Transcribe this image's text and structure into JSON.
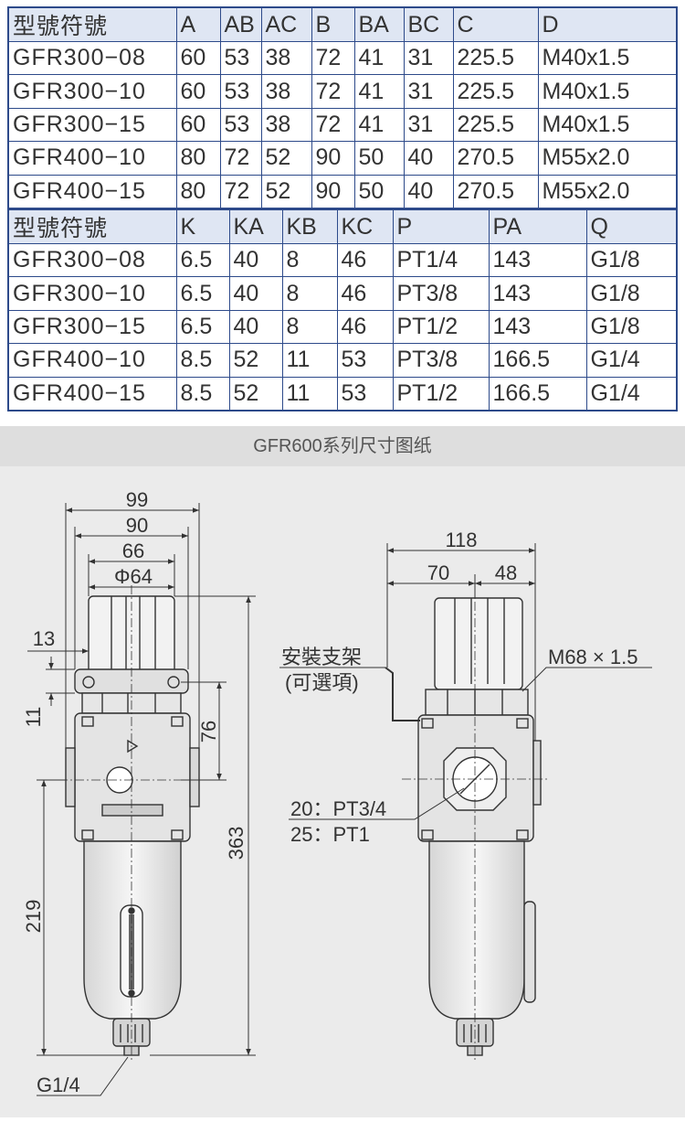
{
  "table1": {
    "headers": [
      "型號符號",
      "A",
      "AB",
      "AC",
      "B",
      "BA",
      "BC",
      "C",
      "D"
    ],
    "rows": [
      [
        "GFR300−08",
        "60",
        "53",
        "38",
        "72",
        "41",
        "31",
        "225.5",
        "M40x1.5"
      ],
      [
        "GFR300−10",
        "60",
        "53",
        "38",
        "72",
        "41",
        "31",
        "225.5",
        "M40x1.5"
      ],
      [
        "GFR300−15",
        "60",
        "53",
        "38",
        "72",
        "41",
        "31",
        "225.5",
        "M40x1.5"
      ],
      [
        "GFR400−10",
        "80",
        "72",
        "52",
        "90",
        "50",
        "40",
        "270.5",
        "M55x2.0"
      ],
      [
        "GFR400−15",
        "80",
        "72",
        "52",
        "90",
        "50",
        "40",
        "270.5",
        "M55x2.0"
      ]
    ]
  },
  "table2": {
    "headers": [
      "型號符號",
      "K",
      "KA",
      "KB",
      "KC",
      "P",
      "PA",
      "Q"
    ],
    "rows": [
      [
        "GFR300−08",
        "6.5",
        "40",
        "8",
        "46",
        "PT1/4",
        "143",
        "G1/8"
      ],
      [
        "GFR300−10",
        "6.5",
        "40",
        "8",
        "46",
        "PT3/8",
        "143",
        "G1/8"
      ],
      [
        "GFR300−15",
        "6.5",
        "40",
        "8",
        "46",
        "PT1/2",
        "143",
        "G1/8"
      ],
      [
        "GFR400−10",
        "8.5",
        "52",
        "11",
        "53",
        "PT3/8",
        "166.5",
        "G1/4"
      ],
      [
        "GFR400−15",
        "8.5",
        "52",
        "11",
        "53",
        "PT1/2",
        "166.5",
        "G1/4"
      ]
    ]
  },
  "section_title": "GFR600系列尺寸图纸",
  "drawing": {
    "dim_99": "99",
    "dim_90": "90",
    "dim_66": "66",
    "dim_phi64": "Φ64",
    "dim_13": "13",
    "dim_11": "11",
    "dim_76": "76",
    "dim_363": "363",
    "dim_219": "219",
    "port_bottom": "G1/4",
    "dim_118": "118",
    "dim_70": "70",
    "dim_48": "48",
    "thread": "M68 × 1.5",
    "bracket_line1": "安裝支架",
    "bracket_line2": "(可選項)",
    "port_20": "20：PT3/4",
    "port_25": "25：PT1"
  }
}
